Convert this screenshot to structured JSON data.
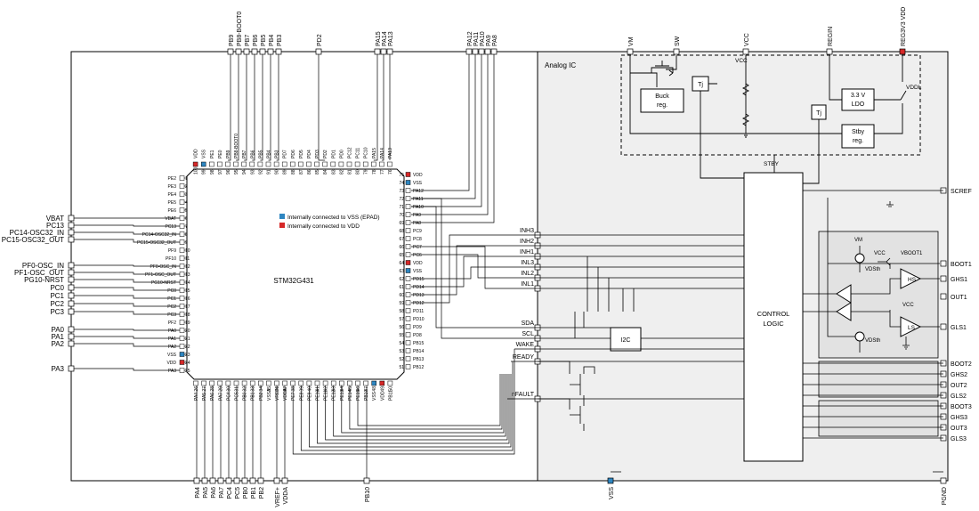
{
  "colors": {
    "vss": "#2e86c1",
    "vdd": "#d62828",
    "analog_bg": "#efefef",
    "driver_bg": "#e2e2e2",
    "line": "#000000"
  },
  "legend": {
    "vss": "Internally connected to VSS (EPAD)",
    "vdd": "Internally connected to VDD"
  },
  "mcu": {
    "name": "STM32G431",
    "left_pins": [
      "PE2",
      "PE3",
      "PE4",
      "PE5",
      "PE6",
      "VBAT",
      "PC13",
      "PC14-OSC32_IN",
      "PC15-OSC32_OUT",
      "PF9",
      "PF10",
      "PF0-OSC_IN",
      "PF1-OSC_OUT",
      "PG10-NRST",
      "PC0",
      "PC1",
      "PC2",
      "PC3",
      "PF2",
      "PA0",
      "PA1",
      "PA2",
      "VSS",
      "VDD",
      "PA3"
    ],
    "bottom_pins": [
      "PA4",
      "PA5",
      "PA6",
      "PA7",
      "PC4",
      "PC5",
      "PB0",
      "PB1",
      "PB2",
      "VSSA",
      "VREF+",
      "VDDA",
      "PE7",
      "PE8",
      "PE9",
      "PE10",
      "PE11",
      "PE12",
      "PE13",
      "PE14",
      "PE15",
      "PB10",
      "VSS",
      "VDD",
      "PB11"
    ],
    "right_pins": [
      "PB12",
      "PB13",
      "PB14",
      "PB15",
      "PD8",
      "PD9",
      "PD10",
      "PD11",
      "PD12",
      "PD13",
      "PD14",
      "PD15",
      "VSS",
      "VDD",
      "PC6",
      "PC7",
      "PC8",
      "PC9",
      "PA8",
      "PA9",
      "PA10",
      "PA11",
      "PA12",
      "VSS",
      "VDD"
    ],
    "top_pins": [
      "PA13",
      "PA14",
      "PA15",
      "PC10",
      "PC11",
      "PC12",
      "PD0",
      "PD1",
      "PD2",
      "PD3",
      "PD4",
      "PD5",
      "PD6",
      "PD7",
      "PB3",
      "PB4",
      "PB5",
      "PB6",
      "PB7",
      "PB8-BOOT0",
      "PB9",
      "PE0",
      "PE1",
      "VSS",
      "VDD"
    ]
  },
  "outer_labels": {
    "top": [
      "PB9",
      "PB8-BOOT0",
      "PB7",
      "PB6",
      "PB5",
      "PB4",
      "PB3",
      "PD2",
      "PA15",
      "PA14",
      "PA13",
      "PA12",
      "PA11",
      "PA10",
      "PA9",
      "PA8"
    ],
    "left": [
      "VBAT",
      "PC13",
      "PC14-OSC32_IN",
      "PC15-OSC32_OUT",
      "PF0-OSC_IN",
      "PF1-OSC_OUT",
      "PG10-NRST",
      "PC0",
      "PC1",
      "PC2",
      "PC3",
      "PA0",
      "PA1",
      "PA2",
      "PA3"
    ],
    "bottom": [
      "PA4",
      "PA5",
      "PA6",
      "PA7",
      "PC4",
      "PC5",
      "PB0",
      "PB1",
      "PB2",
      "VREF+",
      "VDDA",
      "PB10"
    ]
  },
  "analog": {
    "title": "Analog IC",
    "top_pins": [
      "VM",
      "SW",
      "VCC",
      "REGIN",
      "REG3V3 VDD"
    ],
    "left_signals": [
      "INH3",
      "INH2",
      "INH1",
      "INL3",
      "INL2",
      "INL1",
      "SDA",
      "SCL",
      "WAKE",
      "READY",
      "nFAULT"
    ],
    "right_pins": [
      "SCREF",
      "BOOT1",
      "GHS1",
      "OUT1",
      "GLS1",
      "BOOT2",
      "GHS2",
      "OUT2",
      "GLS2",
      "BOOT3",
      "GHS3",
      "OUT3",
      "GLS3"
    ],
    "bottom_pins": [
      "VSS",
      "PGND"
    ],
    "blocks": {
      "buck_l1": "Buck",
      "buck_l2": "reg.",
      "ldo_l1": "3.3 V",
      "ldo_l2": "LDO",
      "stby_l1": "Stby",
      "stby_l2": "reg.",
      "tj": "Tj",
      "i2c": "I2C",
      "stby": "STBY",
      "control_l1": "CONTROL",
      "control_l2": "LOGIC",
      "hs": "HS",
      "ls": "LS"
    },
    "labels": {
      "vcc": "VCC",
      "vdd": "VDD",
      "vddl": "VDDL",
      "vm": "VM",
      "vboot1": "VBOOT1",
      "vdsth": "VDSth"
    }
  }
}
